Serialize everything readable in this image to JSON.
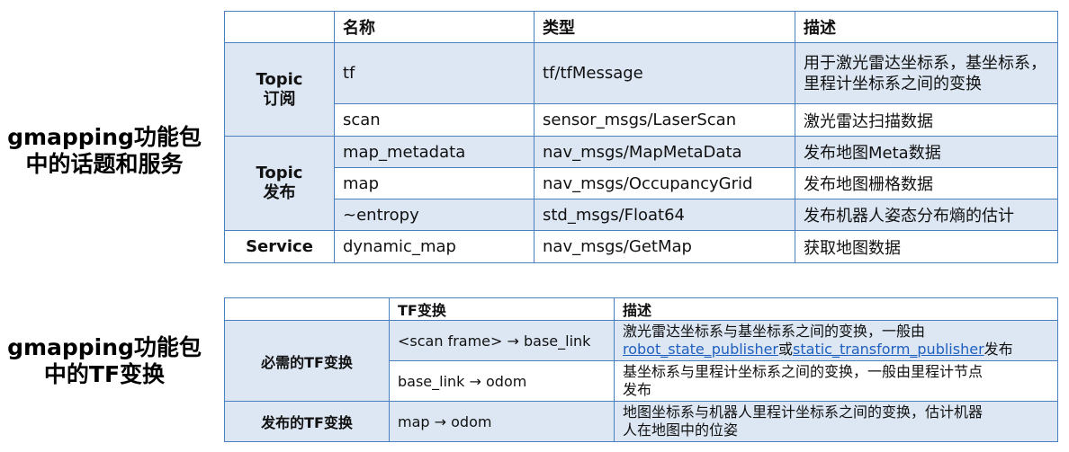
{
  "section1": {
    "title_line1": "gmapping功能包",
    "title_line2": "中的话题和服务",
    "headers": {
      "name": "名称",
      "type": "类型",
      "desc": "描述"
    },
    "groups": {
      "topic_sub_line1": "Topic",
      "topic_sub_line2": "订阅",
      "topic_pub_line1": "Topic",
      "topic_pub_line2": "发布",
      "service": "Service"
    },
    "rows": [
      {
        "name": "tf",
        "type": "tf/tfMessage",
        "desc_line1": "用于激光雷达坐标系，基坐标系，",
        "desc_line2": "里程计坐标系之间的变换"
      },
      {
        "name": "scan",
        "type": "sensor_msgs/LaserScan",
        "desc": "激光雷达扫描数据"
      },
      {
        "name": "map_metadata",
        "type": "nav_msgs/MapMetaData",
        "desc": "发布地图Meta数据"
      },
      {
        "name": "map",
        "type": "nav_msgs/OccupancyGrid",
        "desc": "发布地图栅格数据"
      },
      {
        "name": "~entropy",
        "type": "std_msgs/Float64",
        "desc": "发布机器人姿态分布熵的估计"
      },
      {
        "name": "dynamic_map",
        "type": "nav_msgs/GetMap",
        "desc": "获取地图数据"
      }
    ]
  },
  "section2": {
    "title_line1": "gmapping功能包",
    "title_line2": "中的TF变换",
    "headers": {
      "empty": "",
      "tf": "TF变换",
      "desc": "描述"
    },
    "groups": {
      "required": "必需的TF变换",
      "published": "发布的TF变换"
    },
    "rows": [
      {
        "tf": "<scan frame> → base_link",
        "desc_line1": "激光雷达坐标系与基坐标系之间的变换，一般由",
        "link1": "robot_state_publisher",
        "or": "或",
        "link2": "static_transform_publisher",
        "suffix": "发布"
      },
      {
        "tf": "base_link → odom",
        "desc_line1": "基坐标系与里程计坐标系之间的变换，一般由里程计节点",
        "desc_line2": "发布"
      },
      {
        "tf": "map → odom",
        "desc_line1": "地图坐标系与机器人里程计坐标系之间的变换，估计机器",
        "desc_line2": "人在地图中的位姿"
      }
    ]
  },
  "colors": {
    "border": "#4a7fc0",
    "row_fill": "#dde7f3",
    "link": "#1f5fbf"
  }
}
